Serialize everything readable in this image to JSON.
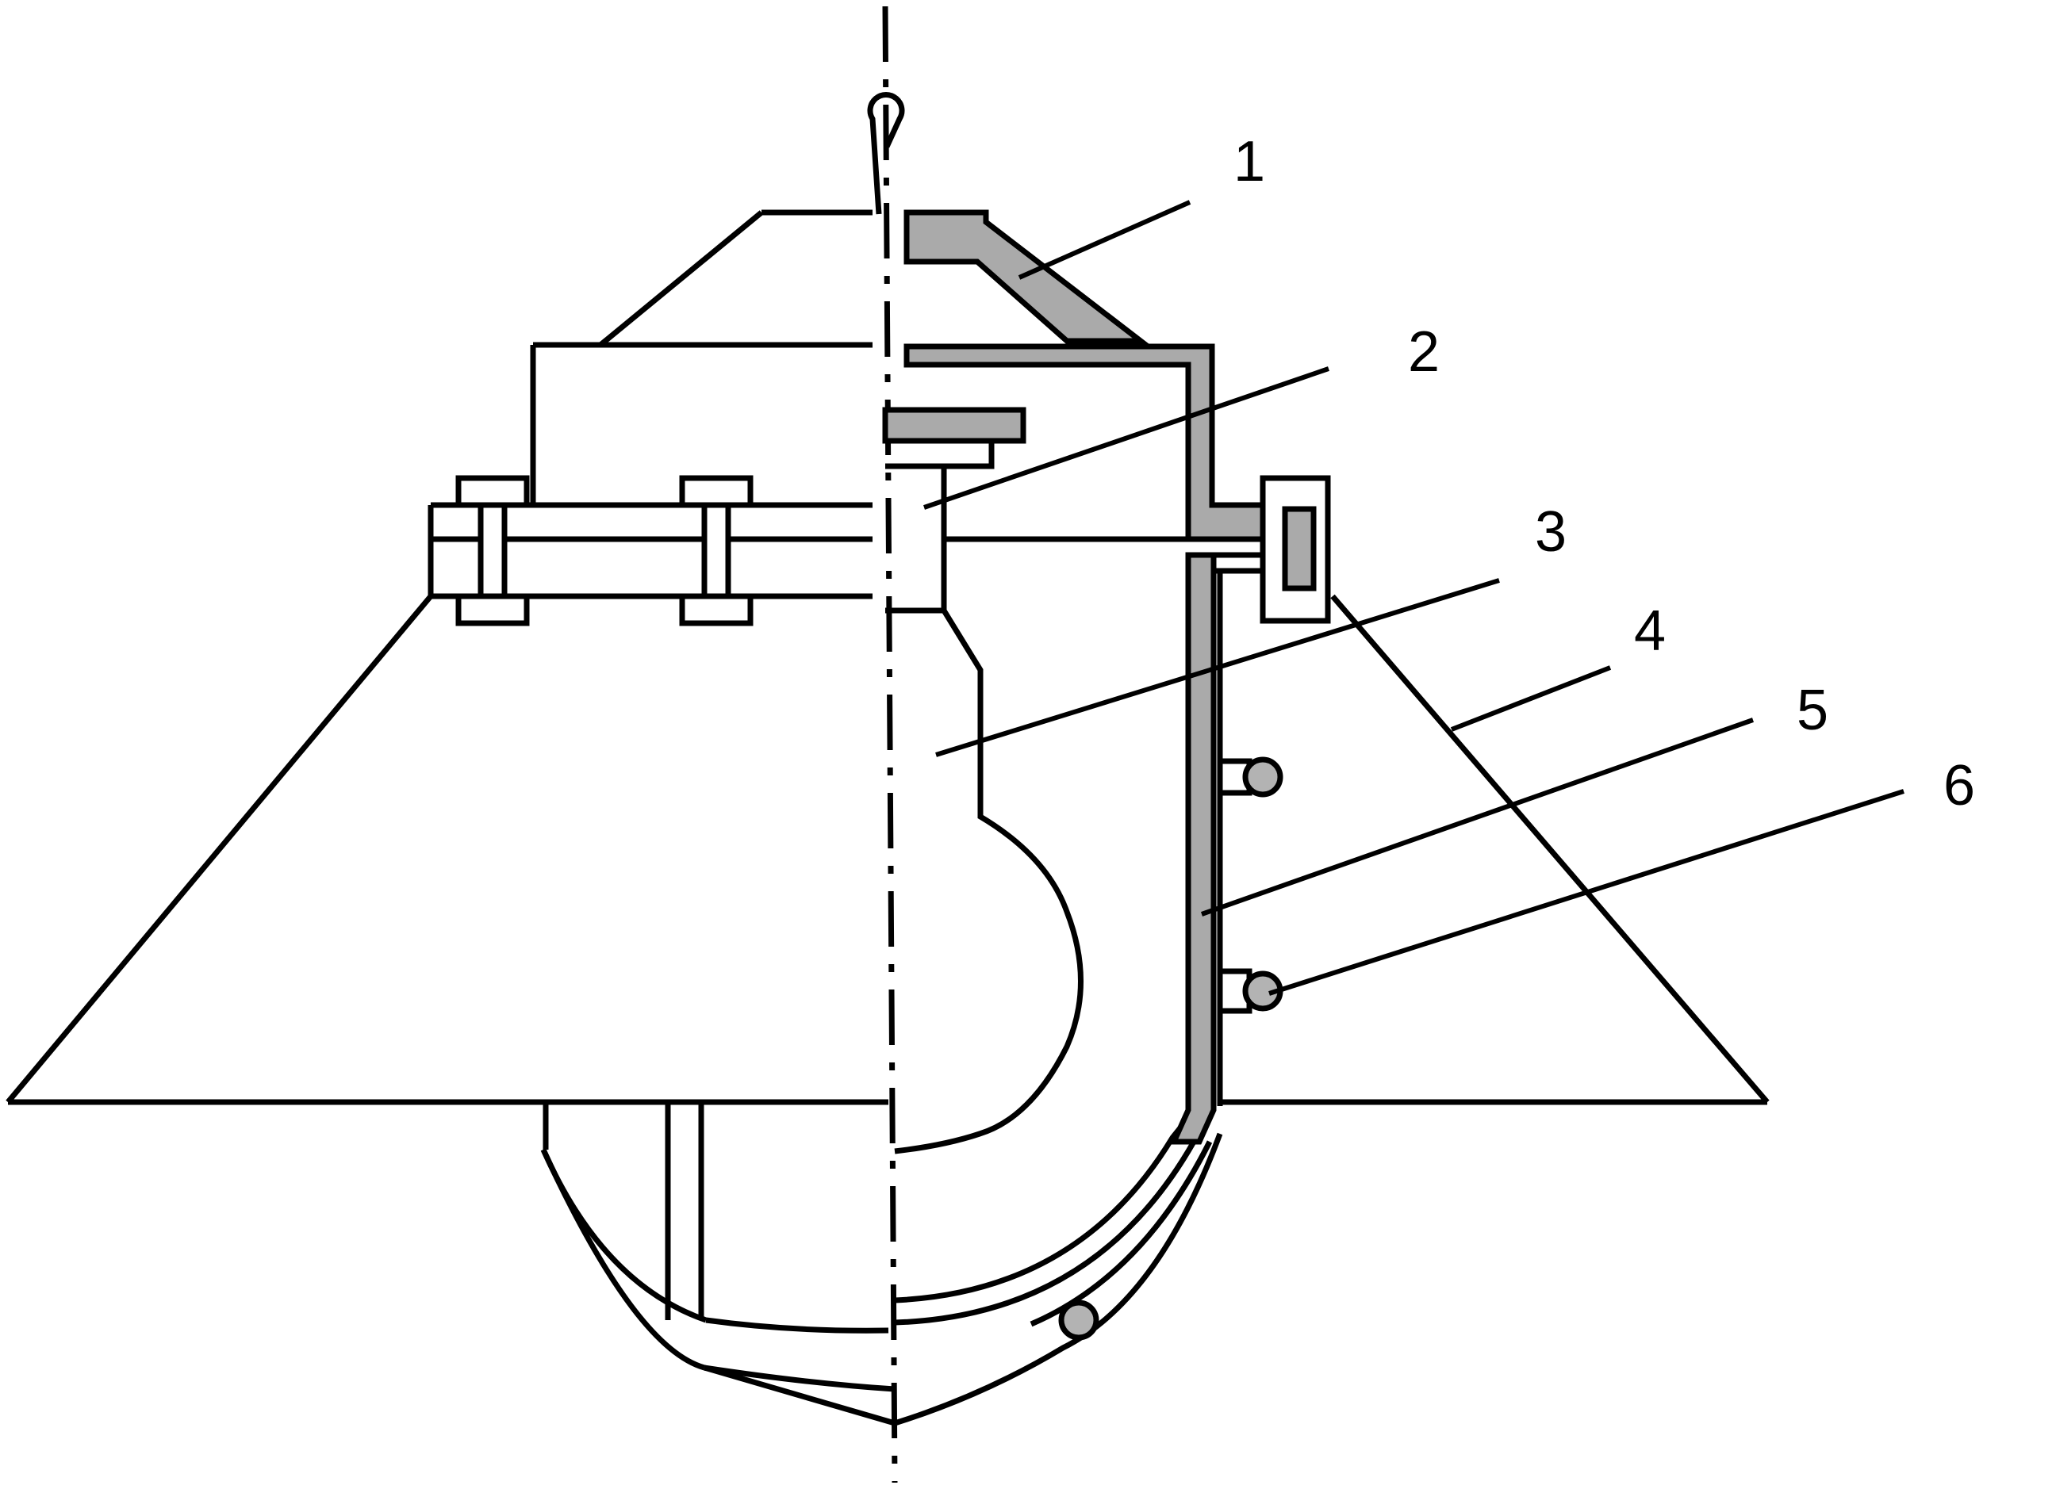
{
  "labels": [
    {
      "id": "1",
      "text": "1"
    },
    {
      "id": "2",
      "text": "2"
    },
    {
      "id": "3",
      "text": "3"
    },
    {
      "id": "4",
      "text": "4"
    },
    {
      "id": "5",
      "text": "5"
    },
    {
      "id": "6",
      "text": "6"
    }
  ],
  "colors": {
    "line": "#000000",
    "hatch": "#aaaaaa",
    "ball": "#b3b3b3",
    "background": "#ffffff"
  }
}
